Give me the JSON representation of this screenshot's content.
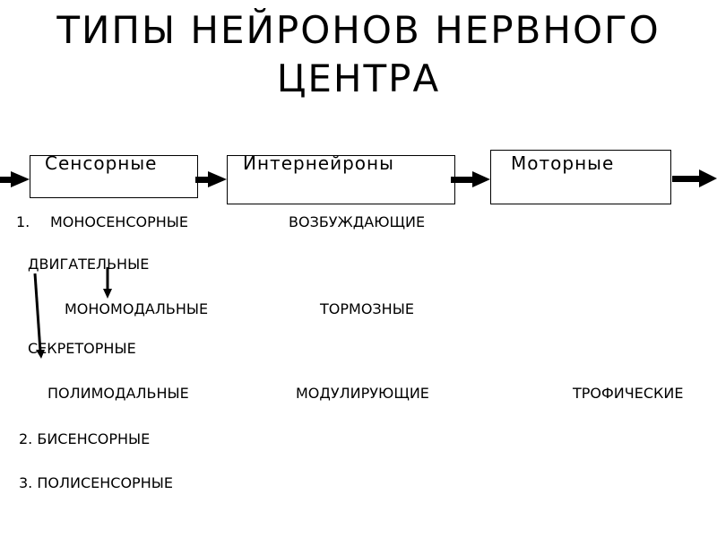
{
  "title": {
    "line1": "ТИПЫ  НЕЙРОНОВ  НЕРВНОГО",
    "line2": "ЦЕНТРА"
  },
  "flow": {
    "boxes": [
      {
        "label": "Сенсорные"
      },
      {
        "label": "Интернейроны"
      },
      {
        "label": "Моторные"
      }
    ]
  },
  "items": {
    "mono_num": "1.",
    "monosensory": "МОНОСЕНСОРНЫЕ",
    "excitatory": "ВОЗБУЖДАЮЩИЕ",
    "motor": "ДВИГАТЕЛЬНЫЕ",
    "monomodal": "МОНОМОДАЛЬНЫЕ",
    "inhibitory": "ТОРМОЗНЫЕ",
    "secretory": "СЕКРЕТОРНЫЕ",
    "polymodal": "ПОЛИМОДАЛЬНЫЕ",
    "modulating": "МОДУЛИРУЮЩИЕ",
    "trophic": "ТРОФИЧЕСКИЕ",
    "bisensory": "2. БИСЕНСОРНЫЕ",
    "polysensory": "3. ПОЛИСЕНСОРНЫЕ"
  }
}
